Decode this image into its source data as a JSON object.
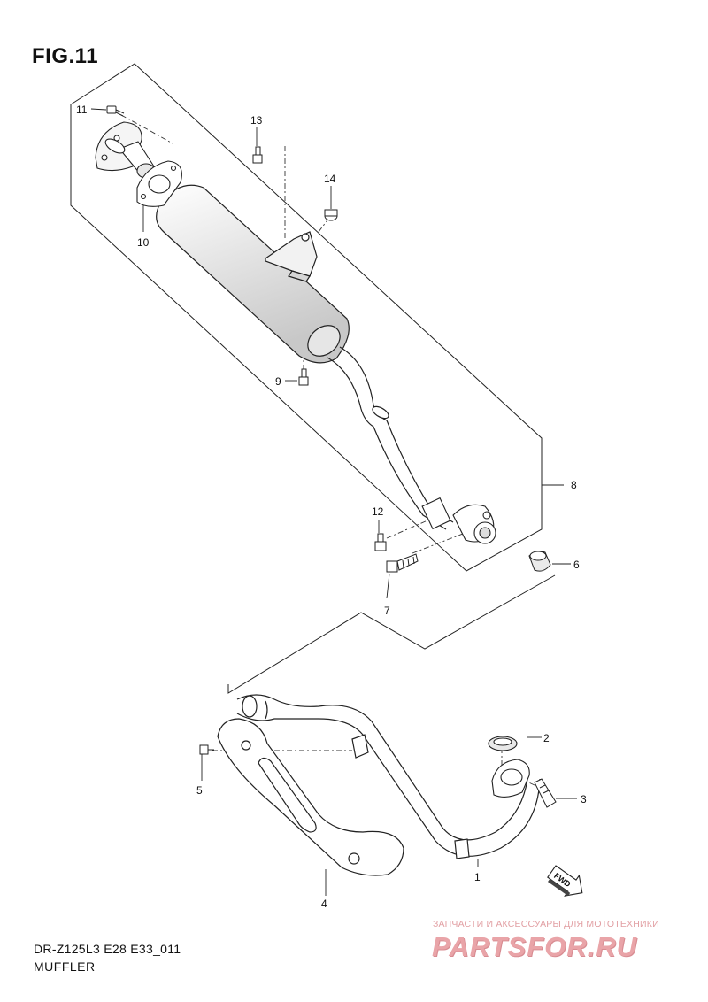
{
  "figure": {
    "title": "FIG.11"
  },
  "footer": {
    "model": "DR-Z125L3 E28 E33_011",
    "section": "MUFFLER"
  },
  "watermark": {
    "tagline": "ЗАПЧАСТИ И АКСЕССУАРЫ ДЛЯ МОТОТЕХНИКИ",
    "logo": "PARTSFOR.RU"
  },
  "direction_badge": "FWD",
  "callouts": {
    "p1": "1",
    "p2": "2",
    "p3": "3",
    "p4": "4",
    "p5": "5",
    "p6": "6",
    "p7": "7",
    "p8": "8",
    "p9": "9",
    "p10": "10",
    "p11": "11",
    "p12": "12",
    "p13": "13",
    "p14": "14"
  }
}
